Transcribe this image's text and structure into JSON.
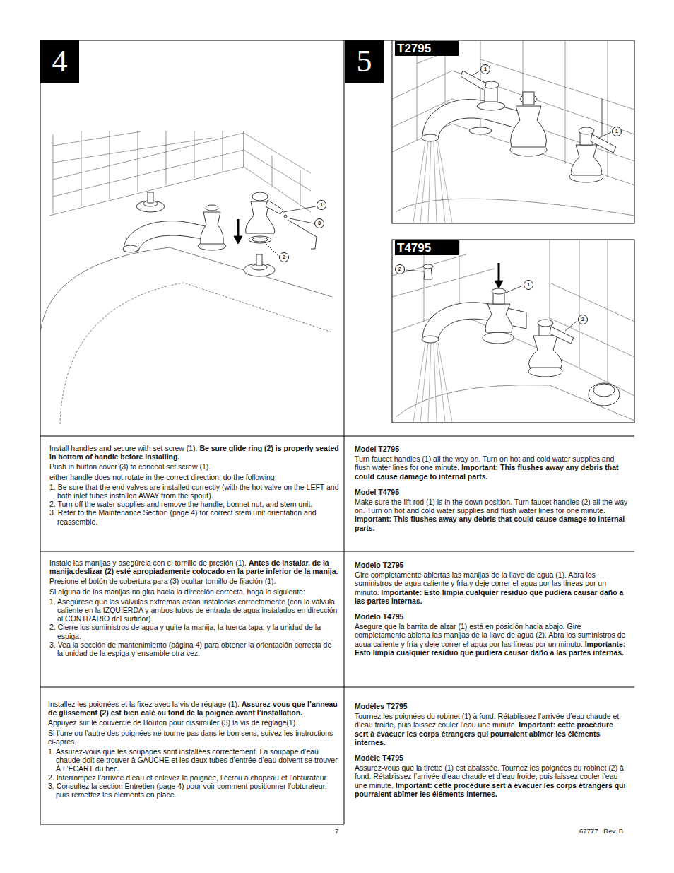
{
  "diagram": {
    "nodes": [
      {
        "text": [
          "4"
        ]
      },
      {
        "text": [
          "5"
        ]
      },
      {
        "text": [
          "T2795"
        ]
      },
      {
        "text": [
          "T4795"
        ]
      },
      {
        "text": [
          "1"
        ]
      },
      {
        "text": [
          "3"
        ]
      },
      {
        "text": [
          "2"
        ]
      },
      {
        "text": [
          "1"
        ]
      },
      {
        "text": [
          "1"
        ]
      },
      {
        "text": [
          "2"
        ]
      },
      {
        "text": [
          "1"
        ]
      },
      {
        "text": [
          "2"
        ]
      }
    ],
    "labels": [
      "Install handles and secure with set screw (1).",
      "Be sure glide ring (2) is properly seated in bottom of handle before installing.",
      "Push in button cover (3) to conceal set screw (1).",
      "either handle does not rotate in the correct direction, do the following:",
      "1. Be sure that the end valves are installed correctly (with the hot valve on the LEFT and both inlet tubes installed AWAY from the spout).",
      "2. Turn off the water supplies and remove the handle, bonnet nut, and stem unit.",
      "3. Refer to the Maintenance Section (page 4) for correct stem unit orientation and reassemble.",
      "Model T2795",
      "Turn faucet handles (1) all the way on. Turn on hot and cold water supplies and flush water lines for one minute.",
      "Important: This flushes away any debris that could cause damage to internal parts.",
      "Model T4795",
      "Make sure the lift rod (1) is in the down position. Turn faucet handles (2) all the way on. Turn on hot and cold water supplies and flush water lines for one minute.",
      "Important: This flushes away any debris that could cause damage to internal parts.",
      "Instale las manijas y asegúrela con el tornillo de presión (1).",
      "Antes de instalar, de la manija.deslizar (2) esté apropiadamente colocado en la parte inferior de la manija.",
      "Presione el botón de cobertura para (3) ocultar tornillo de fijación (1).",
      "Si alguna de las manijas no gira hacia la dirección correcta, haga lo siguiente:",
      "1. Asegúrese que las válvulas extremas están instaladas correctamente (con la válvula caliente en la IZQUIERDA y ambos tubos de entrada de agua instalados en dirección al CONTRARIO del surtidor).",
      "2. Cierre los suministros de agua y quite la manija, la tuerca tapa, y la unidad de la espiga.",
      "3. Vea la sección de mantenimiento (página 4) para obtener la orientación correcta de la unidad de la espiga y ensamble otra vez.",
      "Modelo T2795",
      "Gire completamente abiertas las manijas de la llave de agua (1). Abra los suministros de agua caliente y fría y deje correr el agua por las líneas por un minuto.",
      "Importante: Esto limpia cualquier residuo que pudiera causar daño a las partes internas.",
      "Modelo T4795",
      "Asegure que la barrita de alzar (1) está en posición hacia abajo. Gire completamente abierta las manijas de la llave de agua (2). Abra los suministros de agua caliente y fría y deje correr el agua por las líneas por un minuto.",
      "Importante: Esto limpia cualquier residuo que pudiera causar daño a las partes internas.",
      "Installez les poignées et la fixez avec la vis de réglage (1).",
      "Assurez-vous que l’anneau de glissement (2) est bien calé au fond de la poignée avant l’installation.",
      "Appuyez sur le couvercle de Bouton pour dissimuler (3) la vis de réglage(1).",
      "Si l’une ou l’autre des poignées ne tourne pas dans le bon sens, suivez les instructions ci-après.",
      "1. Assurez-vous que les soupapes sont installées correctement. La soupape d’eau chaude doit se trouver à GAUCHE et les deux tubes d’entrée d’eau doivent se trouver À L’ÉCART du bec.",
      "2. Interrompez l’arrivée d’eau et enlevez la poignée, l’écrou à chapeau et l’obturateur.",
      "3. Consultez la section Entretien (page 4) pour voir comment positionner l’obturateur, puis remettez les éléments en place.",
      "Modèles T2795",
      "Tournez les poignées du robinet (1) à fond. Rétablissez l’arrivée d’eau chaude et d’eau froide, puis laissez couler l’eau une minute.",
      "Important: cette procédure sert à évacuer les corps étrangers qui pourraient abîmer les éléments internes.",
      "Modèle T4795",
      "Assurez-vous que la tirette (1) est abaissée. Tournez les poignées du robinet (2) à fond. Rétablissez l’arrivée d’eau chaude et d’eau froide, puis laissez couler l’eau une minute.",
      "Important: cette procédure sert à évacuer les corps étrangers qui pourraient abîmer les éléments internes.",
      "7",
      "67777   Rev. B"
    ]
  }
}
